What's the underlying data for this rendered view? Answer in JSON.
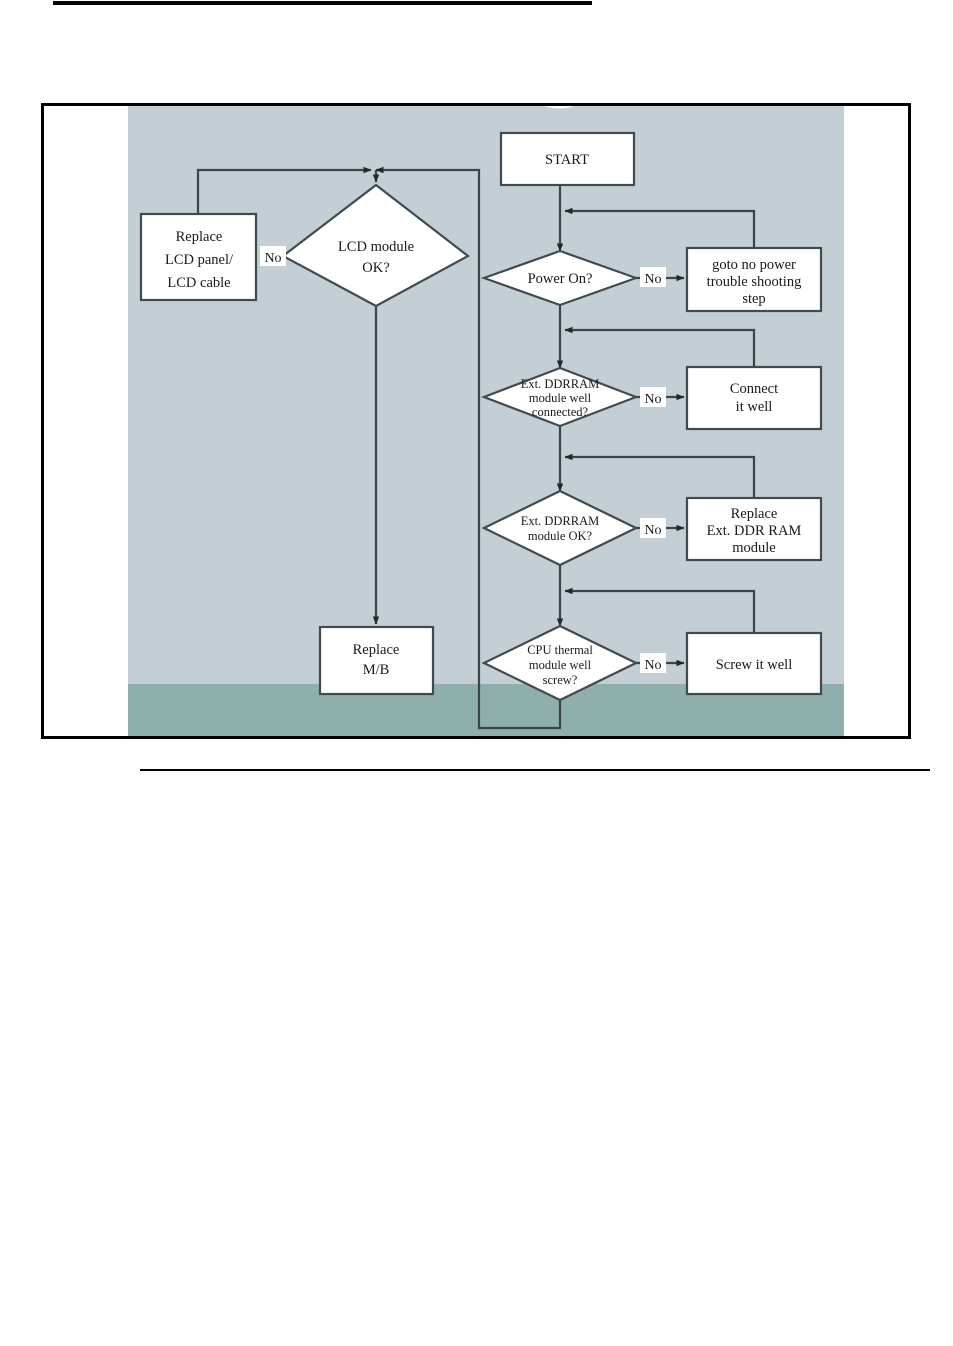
{
  "page": {
    "background_color": "#ffffff",
    "top_rule_color": "#000000",
    "bottom_rule_color": "#000000"
  },
  "figure": {
    "frame_border_color": "#000000",
    "panel_color": "#c3ced5",
    "panel_band_color": "#8fafac",
    "node_fill": "#ffffff",
    "node_stroke": "#404a4f",
    "connector_color": "#3b4447",
    "label_bg": "#ffffff"
  },
  "chart_data": {
    "type": "flowchart",
    "title": "",
    "nodes": [
      {
        "id": "start",
        "shape": "process",
        "label": "START",
        "lines": [
          "START"
        ]
      },
      {
        "id": "power_on",
        "shape": "decision",
        "label": "Power On?",
        "lines": [
          "Power On?"
        ]
      },
      {
        "id": "no_power",
        "shape": "process",
        "label": "goto no power trouble shooting step",
        "lines": [
          "goto no power",
          "trouble shooting",
          "step"
        ]
      },
      {
        "id": "ddr_conn",
        "shape": "decision",
        "label": "Ext. DDRRAM module well connected?",
        "lines": [
          "Ext. DDRRAM",
          "module well",
          "connected?"
        ]
      },
      {
        "id": "connect_well",
        "shape": "process",
        "label": "Connect it well",
        "lines": [
          "Connect",
          "it well"
        ]
      },
      {
        "id": "ddr_ok",
        "shape": "decision",
        "label": "Ext. DDRRAM module OK?",
        "lines": [
          "Ext. DDRRAM",
          "module OK?"
        ]
      },
      {
        "id": "replace_ddr",
        "shape": "process",
        "label": "Replace Ext. DDR RAM module",
        "lines": [
          "Replace",
          "Ext. DDR RAM",
          "module"
        ]
      },
      {
        "id": "cpu_thermal",
        "shape": "decision",
        "label": "CPU thermal module well screw?",
        "lines": [
          "CPU thermal",
          "module well",
          "screw?"
        ]
      },
      {
        "id": "screw_well",
        "shape": "process",
        "label": "Screw it well",
        "lines": [
          "Screw it well"
        ]
      },
      {
        "id": "lcd_ok",
        "shape": "decision",
        "label": "LCD module OK?",
        "lines": [
          "LCD module",
          "OK?"
        ]
      },
      {
        "id": "replace_lcd",
        "shape": "process",
        "label": "Replace LCD panel/ LCD cable",
        "lines": [
          "Replace",
          "LCD panel/",
          "LCD cable"
        ]
      },
      {
        "id": "replace_mb",
        "shape": "process",
        "label": "Replace M/B",
        "lines": [
          "Replace",
          "M/B"
        ]
      }
    ],
    "edges": [
      {
        "from": "start",
        "to": "power_on",
        "label": ""
      },
      {
        "from": "power_on",
        "to": "no_power",
        "label": "No"
      },
      {
        "from": "no_power",
        "to": "power_on",
        "label": ""
      },
      {
        "from": "power_on",
        "to": "ddr_conn",
        "label": ""
      },
      {
        "from": "ddr_conn",
        "to": "connect_well",
        "label": "No"
      },
      {
        "from": "connect_well",
        "to": "ddr_conn",
        "label": ""
      },
      {
        "from": "ddr_conn",
        "to": "ddr_ok",
        "label": ""
      },
      {
        "from": "ddr_ok",
        "to": "replace_ddr",
        "label": "No"
      },
      {
        "from": "replace_ddr",
        "to": "ddr_ok",
        "label": ""
      },
      {
        "from": "ddr_ok",
        "to": "cpu_thermal",
        "label": ""
      },
      {
        "from": "cpu_thermal",
        "to": "screw_well",
        "label": "No"
      },
      {
        "from": "screw_well",
        "to": "cpu_thermal",
        "label": ""
      },
      {
        "from": "cpu_thermal",
        "to": "lcd_ok",
        "label": ""
      },
      {
        "from": "lcd_ok",
        "to": "replace_lcd",
        "label": "No"
      },
      {
        "from": "replace_lcd",
        "to": "lcd_ok",
        "label": ""
      },
      {
        "from": "lcd_ok",
        "to": "replace_mb",
        "label": ""
      }
    ],
    "no_labels": [
      "No",
      "No",
      "No",
      "No",
      "No"
    ]
  },
  "nodes": {
    "start": {
      "l1": "START"
    },
    "power_on": {
      "l1": "Power On?"
    },
    "no_power": {
      "l1": "goto no power",
      "l2": "trouble shooting",
      "l3": "step"
    },
    "ddr_conn": {
      "l1": "Ext. DDRRAM",
      "l2": "module well",
      "l3": "connected?"
    },
    "connect_well": {
      "l1": "Connect",
      "l2": "it well"
    },
    "ddr_ok": {
      "l1": "Ext. DDRRAM",
      "l2": "module OK?"
    },
    "replace_ddr": {
      "l1": "Replace",
      "l2": "Ext. DDR RAM",
      "l3": "module"
    },
    "cpu_thermal": {
      "l1": "CPU thermal",
      "l2": "module well",
      "l3": "screw?"
    },
    "screw_well": {
      "l1": "Screw it well"
    },
    "lcd_ok": {
      "l1": "LCD module",
      "l2": "OK?"
    },
    "replace_lcd": {
      "l1": "Replace",
      "l2": "LCD panel/",
      "l3": "LCD cable"
    },
    "replace_mb": {
      "l1": "Replace",
      "l2": "M/B"
    }
  },
  "labels": {
    "no_power_on": "No",
    "no_ddr_conn": "No",
    "no_ddr_ok": "No",
    "no_cpu_thermal": "No",
    "no_lcd_ok": "No"
  }
}
